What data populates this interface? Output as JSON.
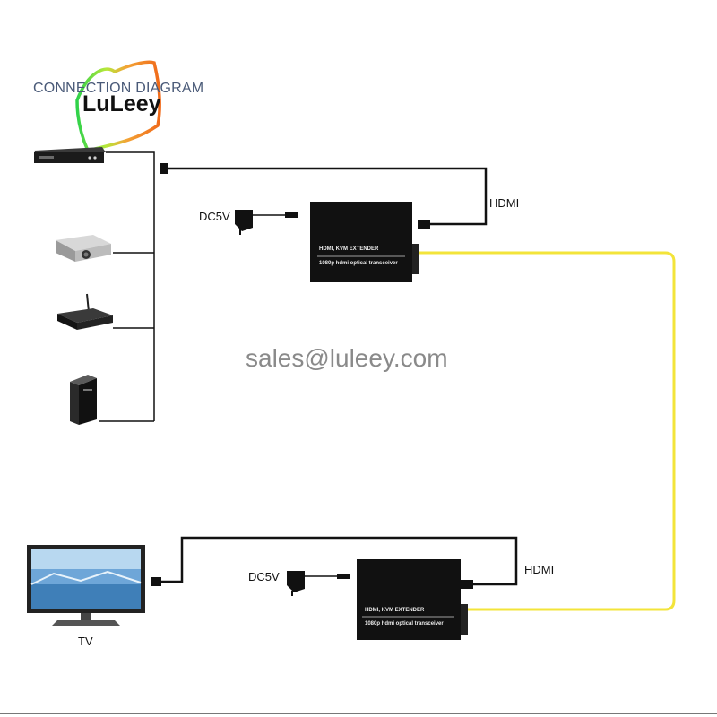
{
  "diagram": {
    "title": "CONNECTION DIAGRAM",
    "brand": "LuLeey",
    "email": "sales@luleey.com",
    "labels": {
      "hdmi_top": "HDMI",
      "hdmi_bottom": "HDMI",
      "dc5v_top": "DC5V",
      "dc5v_bottom": "DC5V",
      "tv": "TV"
    },
    "devices": {
      "transmitter": {
        "line1": "HDMI, KVM EXTENDER",
        "line2": "1080p hdmi optical transceiver"
      },
      "receiver": {
        "line1": "HDMI, KVM EXTENDER",
        "line2": "1080p hdmi optical transceiver"
      }
    },
    "colors": {
      "fiber": "#f3e43a",
      "cable": "#111111",
      "device": "#111111",
      "logo_outline": "#f07820"
    },
    "icons": [
      "dvd-player-icon",
      "projector-icon",
      "router-icon",
      "pc-tower-icon",
      "tv-icon",
      "power-adapter-icon",
      "hdmi-plug-icon"
    ]
  }
}
